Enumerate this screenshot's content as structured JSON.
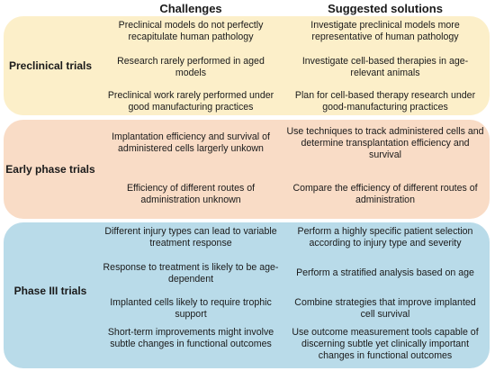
{
  "headers": {
    "challenges": "Challenges",
    "solutions": "Suggested solutions"
  },
  "sections": [
    {
      "label": "Preclinical trials",
      "rows": [
        {
          "challenge": "Preclinical models do not perfectly recapitulate human pathology",
          "solution": "Investigate preclinical models more representative of human pathology"
        },
        {
          "challenge": "Research rarely performed in aged models",
          "solution": "Investigate cell-based therapies in age-relevant animals"
        },
        {
          "challenge": "Preclinical work rarely performed under good manufacturing practices",
          "solution": "Plan for cell-based therapy research under good-manufacturing practices"
        }
      ]
    },
    {
      "label": "Early phase trials",
      "rows": [
        {
          "challenge": "Implantation efficiency and survival of administered cells largerly unkown",
          "solution": "Use techniques to track administered cells and determine transplantation efficiency and survival"
        },
        {
          "challenge": "Efficiency of different routes of administration unknown",
          "solution": "Compare the efficiency of different routes of administration"
        }
      ]
    },
    {
      "label": "Phase III trials",
      "rows": [
        {
          "challenge": "Different injury types can lead to variable treatment response",
          "solution": "Perform a highly specific patient selection according to injury type and severity"
        },
        {
          "challenge": "Response to treatment is likely to be age-dependent",
          "solution": "Perform a stratified analysis based on age"
        },
        {
          "challenge": "Implanted cells likely to require trophic support",
          "solution": "Combine strategies that improve implanted cell survival"
        },
        {
          "challenge": "Short-term improvements might involve subtle changes in functional outcomes",
          "solution": "Use outcome measurement tools capable of discerning subtle yet clinically important changes in functional outcomes"
        }
      ]
    }
  ],
  "colors": {
    "preclinical_band": "#fcefc9",
    "early_band": "#f9dcc6",
    "phase3_band": "#b9dbe9"
  }
}
